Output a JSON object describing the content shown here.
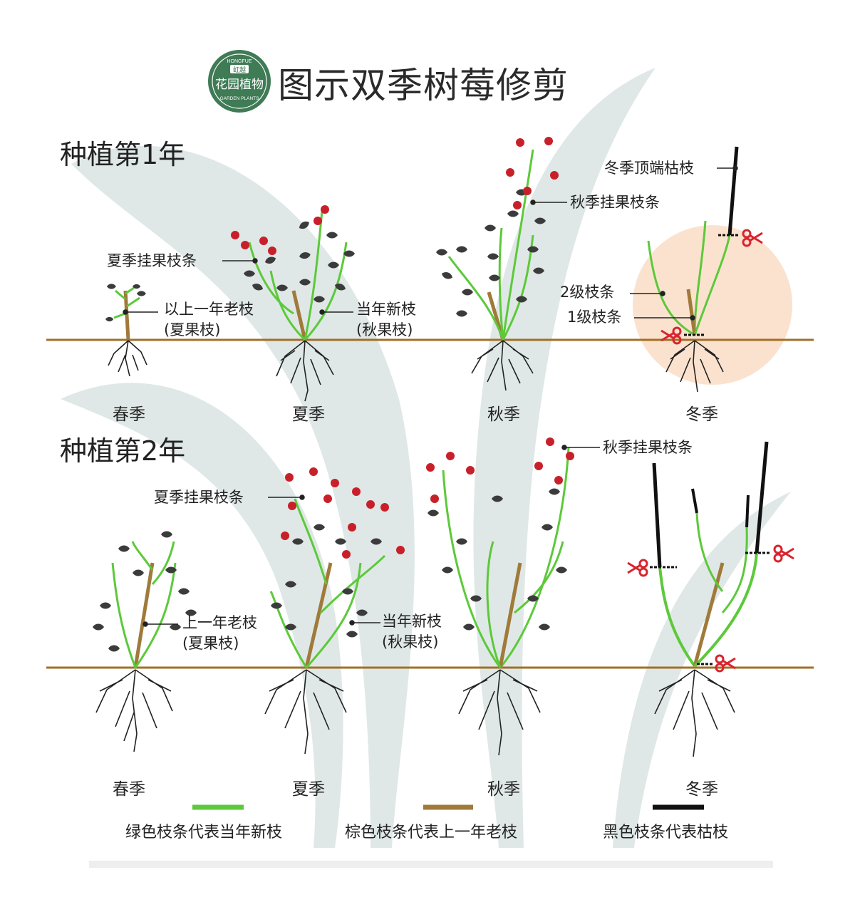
{
  "title": "图示双季树莓修剪",
  "logo": {
    "top_text": "HONGFUE",
    "badge_text": "虹越",
    "main_text": "花园植物",
    "bottom_text": "GARDEN PLANTS",
    "color": "#3f7b55"
  },
  "year1": {
    "heading": "种植第1年",
    "seasons": [
      "春季",
      "夏季",
      "秋季",
      "冬季"
    ],
    "callouts": {
      "old_branch_line1": "以上一年老枝",
      "old_branch_line2": "(夏果枝)",
      "summer_fruit": "夏季挂果枝条",
      "new_branch_line1": "当年新枝",
      "new_branch_line2": "(秋果枝)",
      "autumn_fruit": "秋季挂果枝条",
      "winter_tip": "冬季顶端枯枝",
      "level2": "2级枝条",
      "level1": "1级枝条"
    }
  },
  "year2": {
    "heading": "种植第2年",
    "seasons": [
      "春季",
      "夏季",
      "秋季",
      "冬季"
    ],
    "callouts": {
      "old_branch_line1": "上一年老枝",
      "old_branch_line2": "(夏果枝)",
      "summer_fruit": "夏季挂果枝条",
      "new_branch_line1": "当年新枝",
      "new_branch_line2": "(秋果枝)",
      "autumn_fruit": "秋季挂果枝条"
    }
  },
  "legend": [
    {
      "label": "绿色枝条代表当年新枝",
      "color": "#5cc93a"
    },
    {
      "label": "棕色枝条代表上一年老枝",
      "color": "#a07a3a"
    },
    {
      "label": "黑色枝条代表枯枝",
      "color": "#111111"
    }
  ],
  "colors": {
    "ground": "#a0702a",
    "new_branch": "#5cc93a",
    "old_branch": "#a07a3a",
    "dead_branch": "#111111",
    "berry": "#c8202a",
    "highlight": "#fbe2cf",
    "background_leaf": "#dfe8e6",
    "scissors": "#d8242e"
  }
}
